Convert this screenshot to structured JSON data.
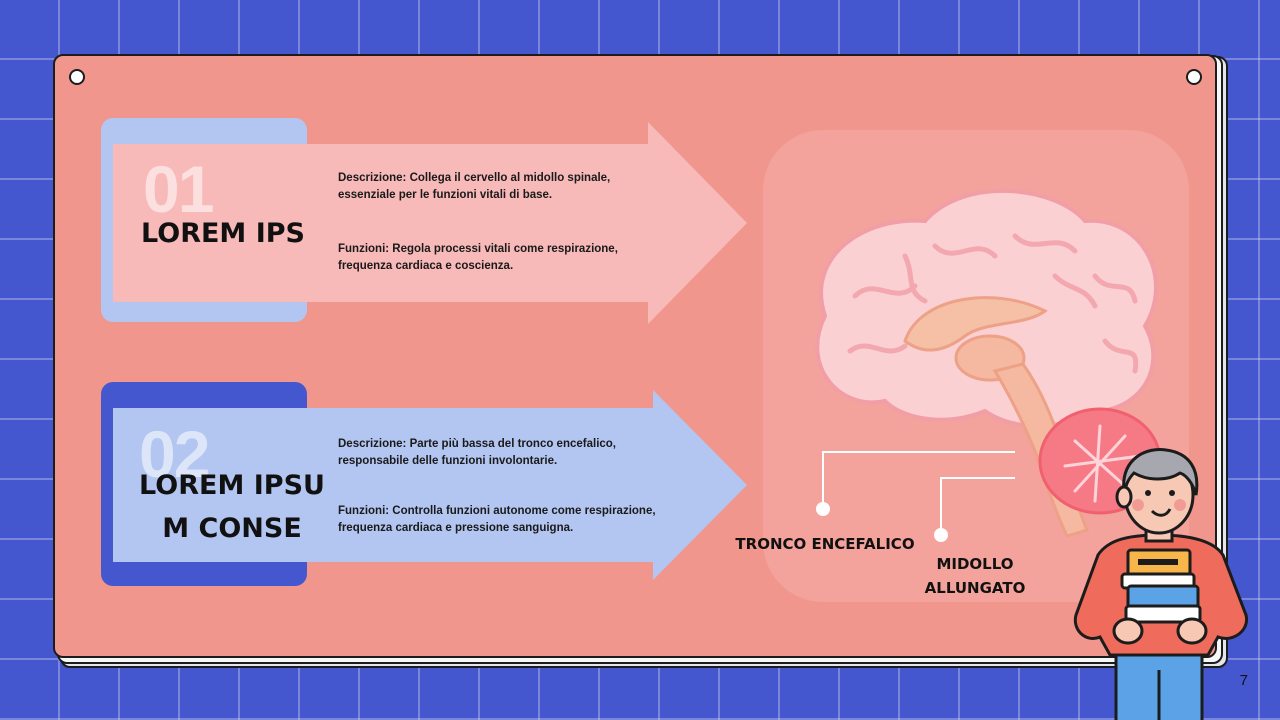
{
  "cards": [
    {
      "number": "01",
      "title": "LOREM IPS",
      "descrizione": "Descrizione: Collega il cervello al midollo spinale, essenziale per le funzioni vitali di base.",
      "funzioni": "Funzioni: Regola processi vitali come respirazione, frequenza cardiaca e coscienza."
    },
    {
      "number": "02",
      "title_line1": "LOREM IPSU",
      "title_line2": "M CONSE",
      "descrizione": "Descrizione: Parte più bassa del tronco encefalico, responsabile delle funzioni involontarie.",
      "funzioni": "Funzioni: Controlla funzioni autonome come respirazione, frequenza cardiaca e pressione sanguigna."
    }
  ],
  "labels": {
    "tronco": "TRONCO ENCEFALICO",
    "midollo_line1": "MIDOLLO",
    "midollo_line2": "ALLUNGATO"
  },
  "page_number": "7",
  "colors": {
    "background": "#4557cf",
    "board": "#f0968c",
    "card1_tab": "#b3c5f1",
    "card1_arrow": "#f8b9b9",
    "card2_tab": "#4557cf",
    "card2_arrow": "#b3c5f1"
  },
  "icons": [
    "brain-illustration",
    "teacher-with-books-illustration"
  ]
}
